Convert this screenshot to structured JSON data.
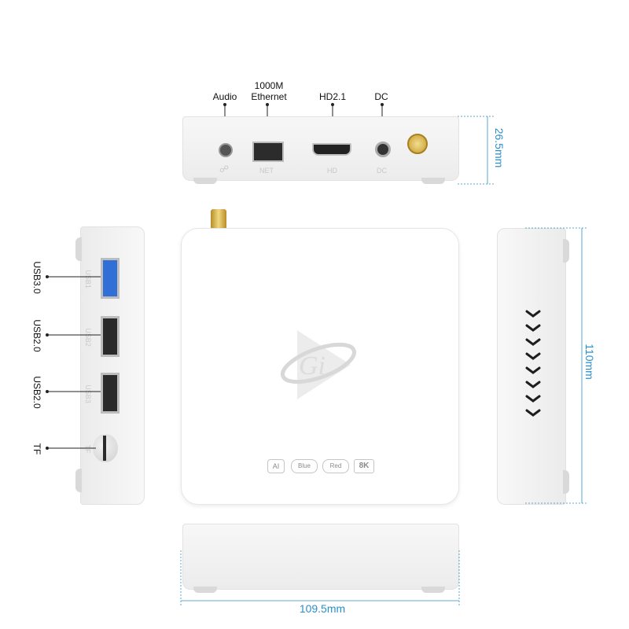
{
  "back_panel": {
    "callouts": {
      "audio": "Audio",
      "ethernet_line1": "1000M",
      "ethernet_line2": "Ethernet",
      "hdmi": "HD2.1",
      "dc": "DC"
    },
    "port_labels": {
      "net": "NET",
      "hd": "HD",
      "dc": "DC"
    },
    "icons": {
      "audio": "headphone-icon",
      "antenna": "antenna-connector-icon"
    }
  },
  "side_panel": {
    "callouts": {
      "usb1": "USB3.0",
      "usb2": "USB2.0",
      "usb3": "USB2.0",
      "tf": "TF"
    },
    "port_labels": {
      "usb1": "USB1",
      "usb2": "USB2",
      "usb3": "USB3",
      "tf": "TF"
    },
    "colors": {
      "usb3_port": "#2f6fd6",
      "usb2_port": "#2a2a2a"
    }
  },
  "top_view": {
    "badges": {
      "ai": "AI",
      "blue": "Blue",
      "red": "Red",
      "resolution": "8K"
    },
    "icons": {
      "logo": "brand-logo-icon"
    }
  },
  "dimensions": {
    "height": "26.5mm",
    "depth": "110mm",
    "width": "109.5mm"
  },
  "colors": {
    "dimension_lines": "#2b8fc9",
    "gold_connector": "#d8b44a"
  }
}
